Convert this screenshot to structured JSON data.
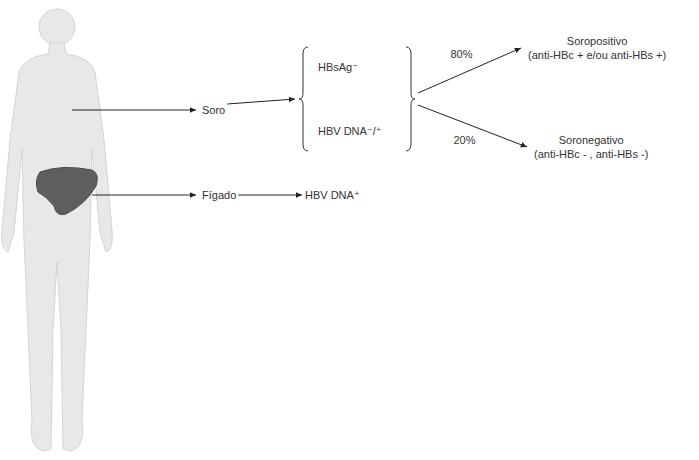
{
  "diagram": {
    "nodes": [
      {
        "text": [
          "Soro"
        ]
      },
      {
        "text": [
          "Fígado"
        ]
      },
      {
        "text": [
          "HBsAg⁻",
          "HBV DNA⁻/⁺"
        ]
      },
      {
        "text": [
          "Soropositivo",
          "(anti-HBc + e/ou anti-HBs +)"
        ]
      },
      {
        "text": [
          "Soronegativo",
          "(anti-HBc - , anti-HBs -)"
        ]
      },
      {
        "text": [
          "HBV DNA⁺"
        ]
      }
    ],
    "edges": [
      {
        "from": 0,
        "to": 2,
        "arrow": "to"
      },
      {
        "from": 2,
        "to": 3,
        "label": "80%",
        "arrow": "to"
      },
      {
        "from": 2,
        "to": 4,
        "label": "20%",
        "arrow": "to"
      },
      {
        "from": 1,
        "to": 5,
        "arrow": "to"
      }
    ]
  }
}
